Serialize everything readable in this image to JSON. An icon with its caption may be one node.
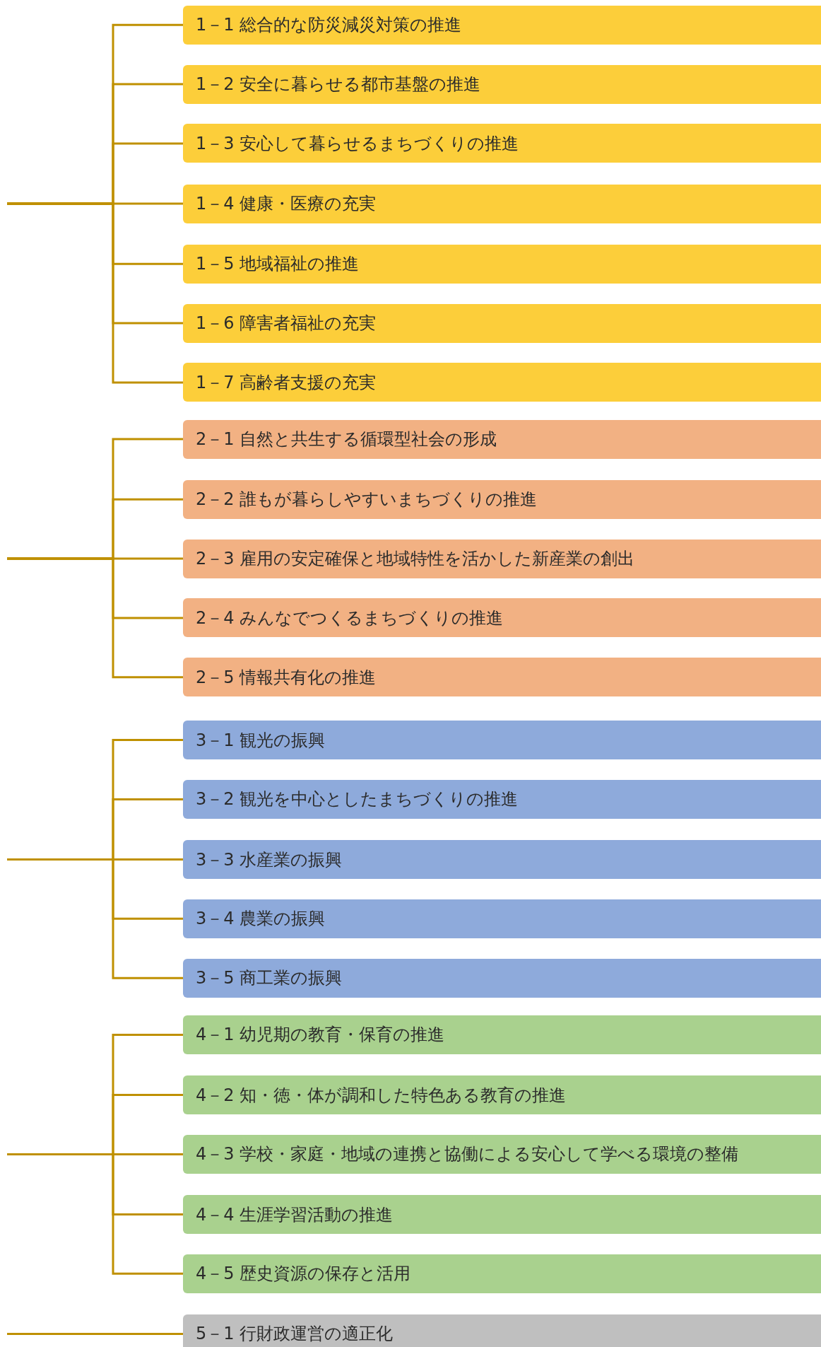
{
  "diagram": {
    "nodes": [
      {
        "text": [
          "1－1 総合的な防災減災対策の推進"
        ]
      },
      {
        "text": [
          "1－2 安全に暮らせる都市基盤の推進"
        ]
      },
      {
        "text": [
          "1－3 安心して暮らせるまちづくりの推進"
        ]
      },
      {
        "text": [
          "1－4 健康・医療の充実"
        ]
      },
      {
        "text": [
          "1－5 地域福祉の推進"
        ]
      },
      {
        "text": [
          "1－6 障害者福祉の充実"
        ]
      },
      {
        "text": [
          "1－7 高齢者支援の充実"
        ]
      },
      {
        "text": [
          "2－1 自然と共生する循環型社会の形成"
        ]
      },
      {
        "text": [
          "2－2 誰もが暮らしやすいまちづくりの推進"
        ]
      },
      {
        "text": [
          "2－3 雇用の安定確保と地域特性を活かした新産業の創出"
        ]
      },
      {
        "text": [
          "2－4 みんなでつくるまちづくりの推進"
        ]
      },
      {
        "text": [
          "2－5 情報共有化の推進"
        ]
      },
      {
        "text": [
          "3－1 観光の振興"
        ]
      },
      {
        "text": [
          "3－2 観光を中心としたまちづくりの推進"
        ]
      },
      {
        "text": [
          "3－3 水産業の振興"
        ]
      },
      {
        "text": [
          "3－4 農業の振興"
        ]
      },
      {
        "text": [
          "3－5 商工業の振興"
        ]
      },
      {
        "text": [
          "4－1 幼児期の教育・保育の推進"
        ]
      },
      {
        "text": [
          "4－2 知・徳・体が調和した特色ある教育の推進"
        ]
      },
      {
        "text": [
          "4－3 学校・家庭・地域の連携と協働による安心して学べる環境の整備"
        ]
      },
      {
        "text": [
          "4－4 生涯学習活動の推進"
        ]
      },
      {
        "text": [
          "4－5 歴史資源の保存と活用"
        ]
      },
      {
        "text": [
          "5－1 行財政運営の適正化"
        ]
      }
    ],
    "edges": [
      {
        "from": null,
        "to": 0,
        "arrow": "none"
      },
      {
        "from": null,
        "to": 1,
        "arrow": "none"
      },
      {
        "from": null,
        "to": 2,
        "arrow": "none"
      },
      {
        "from": null,
        "to": 3,
        "arrow": "none"
      },
      {
        "from": null,
        "to": 4,
        "arrow": "none"
      },
      {
        "from": null,
        "to": 5,
        "arrow": "none"
      },
      {
        "from": null,
        "to": 6,
        "arrow": "none"
      },
      {
        "from": null,
        "to": 7,
        "arrow": "none"
      },
      {
        "from": null,
        "to": 8,
        "arrow": "none"
      },
      {
        "from": null,
        "to": 9,
        "arrow": "none"
      },
      {
        "from": null,
        "to": 10,
        "arrow": "none"
      },
      {
        "from": null,
        "to": 11,
        "arrow": "none"
      },
      {
        "from": null,
        "to": 12,
        "arrow": "none"
      },
      {
        "from": null,
        "to": 13,
        "arrow": "none"
      },
      {
        "from": null,
        "to": 14,
        "arrow": "none"
      },
      {
        "from": null,
        "to": 15,
        "arrow": "none"
      },
      {
        "from": null,
        "to": 16,
        "arrow": "none"
      },
      {
        "from": null,
        "to": 17,
        "arrow": "none"
      },
      {
        "from": null,
        "to": 18,
        "arrow": "none"
      },
      {
        "from": null,
        "to": 19,
        "arrow": "none"
      },
      {
        "from": null,
        "to": 20,
        "arrow": "none"
      },
      {
        "from": null,
        "to": 21,
        "arrow": "none"
      },
      {
        "from": null,
        "to": 22,
        "arrow": "none"
      }
    ]
  }
}
